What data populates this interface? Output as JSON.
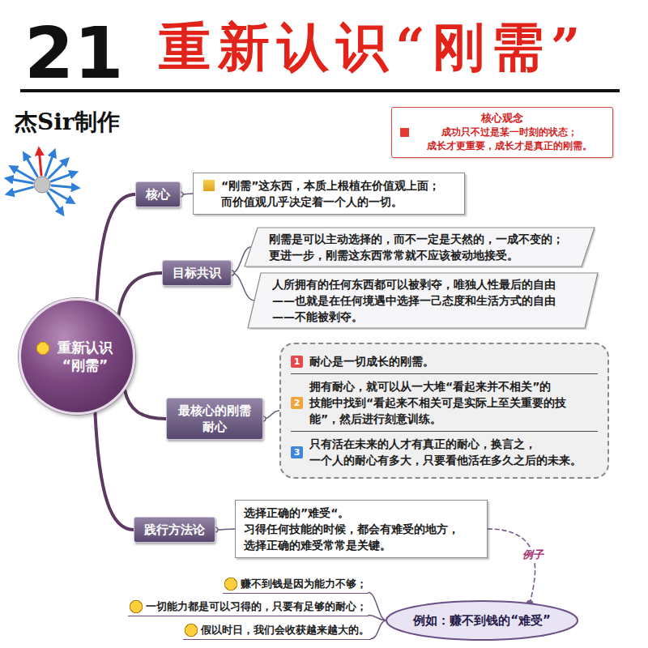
{
  "diagram": {
    "title": "重新认识“刚需”",
    "nodes": [
      {
        "text": [
          "核心观念",
          "成功只不过是某一时刻的状态； 成长才更重要，成长才是真正的刚需。"
        ]
      },
      {
        "text": [
          "重新认识 “刚需”"
        ]
      },
      {
        "text": [
          "核心"
        ]
      },
      {
        "text": [
          "“刚需”这东西，本质上根植在价值观上面； 而价值观几乎决定着一个人的一切。"
        ]
      },
      {
        "text": [
          "目标共识"
        ]
      },
      {
        "text": [
          "刚需是可以主动选择的，而不一定是天然的，一成不变的； 更进一步，刚需这东西常常就不应该被动地接受。"
        ]
      },
      {
        "text": [
          "人所拥有的任何东西都可以被剥夺，唯独人性最后的自由 ——也就是在任何境遇中选择一己态度和生活方式的自由 ——不能被剥夺。"
        ]
      },
      {
        "text": [
          "最核心的刚需 耐心"
        ]
      },
      {
        "text": [
          "耐心是一切成长的刚需。",
          "拥有耐心，就可以从一大堆“看起来并不相关”的 技能中找到“看起来不相关可是实际上至关重要的技 能”，然后进行刻意训练。",
          "只有活在未来的人才有真正的耐心，换言之， 一个人的耐心有多大，只要看他活在多久之后的未来。"
        ]
      },
      {
        "text": [
          "践行方法论"
        ]
      },
      {
        "text": [
          "选择正确的”难受“。 习得任何技能的时候，都会有难受的地方， 选择正确的难受常常是关键。"
        ]
      },
      {
        "text": [
          "例如：赚不到钱的“难受”"
        ]
      },
      {
        "text": [
          "赚不到钱是因为能力不够；"
        ]
      },
      {
        "text": [
          "一切能力都是可以习得的，只要有足够的耐心；"
        ]
      },
      {
        "text": [
          "假以时日，我们会收获越来越大的。"
        ]
      }
    ],
    "edges": [
      {
        "from": 1,
        "to": 2,
        "arrow": "none"
      },
      {
        "from": 1,
        "to": 4,
        "arrow": "none"
      },
      {
        "from": 1,
        "to": 7,
        "arrow": "none"
      },
      {
        "from": 1,
        "to": 9,
        "arrow": "none"
      },
      {
        "from": 2,
        "to": 3,
        "arrow": "none"
      },
      {
        "from": 4,
        "to": 5,
        "arrow": "none"
      },
      {
        "from": 4,
        "to": 6,
        "arrow": "none"
      },
      {
        "from": 7,
        "to": 8,
        "arrow": "none"
      },
      {
        "from": 9,
        "to": 10,
        "arrow": "none"
      },
      {
        "from": 10,
        "to": 11,
        "label": "例子",
        "arrow": "none"
      },
      {
        "from": 11,
        "to": 12,
        "arrow": "none"
      },
      {
        "from": 11,
        "to": 13,
        "arrow": "none"
      },
      {
        "from": 11,
        "to": 14,
        "arrow": "none"
      }
    ],
    "labels": [
      "21",
      "杰Sir制作",
      "1",
      "2",
      "3"
    ]
  }
}
